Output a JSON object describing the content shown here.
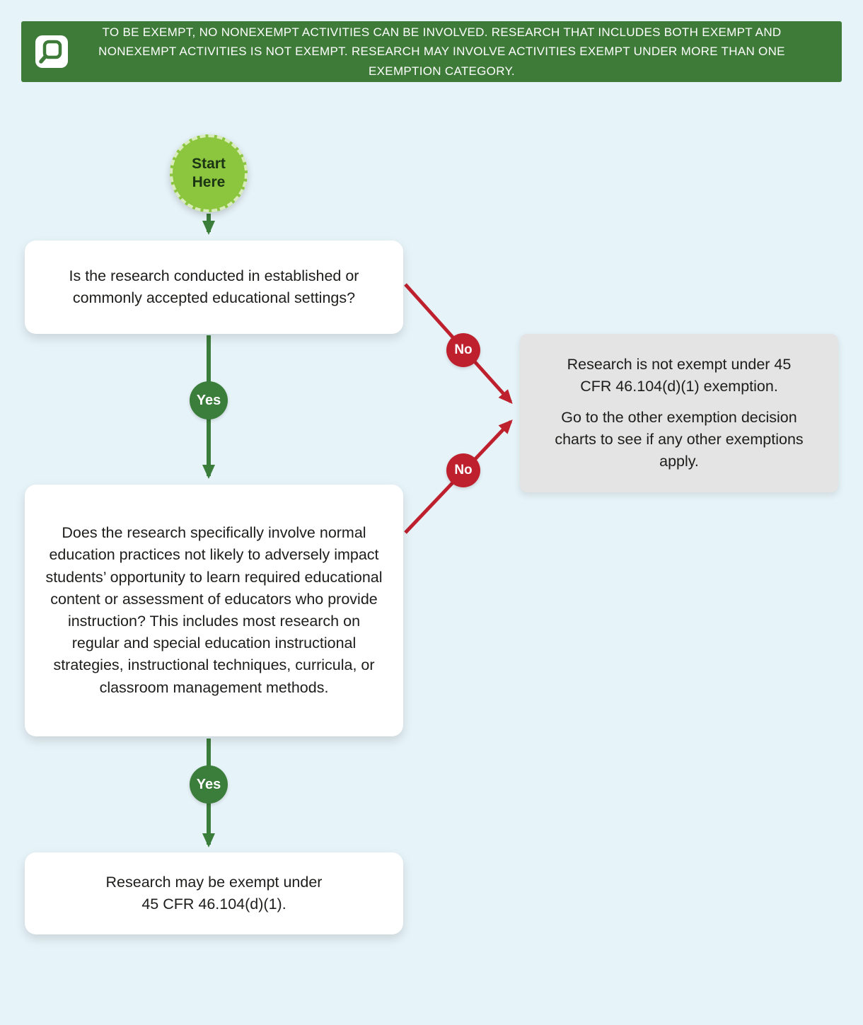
{
  "banner": {
    "icon": "magnifier-chart-logo-icon",
    "text": "TO BE EXEMPT, NO NONEXEMPT ACTIVITIES CAN BE INVOLVED. RESEARCH THAT INCLUDES BOTH EXEMPT AND NONEXEMPT ACTIVITIES IS NOT EXEMPT. RESEARCH MAY INVOLVE ACTIVITIES EXEMPT UNDER MORE THAN ONE EXEMPTION CATEGORY."
  },
  "flowchart": {
    "start": {
      "label": "Start Here"
    },
    "nodes": {
      "q1": {
        "text": "Is the research conducted in established or commonly accepted educational settings?"
      },
      "q2": {
        "text": "Does the research specifically involve normal education practices not likely to adversely impact students’ opportunity to learn required educational content or assessment of educators who provide instruction? This includes most research on regular and special education instructional strategies, instructional techniques, curricula, or classroom management methods."
      },
      "not_exempt": {
        "line1": "Research is not exempt under 45 CFR 46.104(d)(1) exemption.",
        "line2": "Go to the other exemption decision charts to see if any other exemptions apply."
      },
      "may_be_exempt": {
        "text": "Research may be exempt under 45 CFR 46.104(d)(1)."
      }
    },
    "labels": {
      "yes": "Yes",
      "no": "No"
    },
    "colors": {
      "banner_green": "#3E7B38",
      "start_green": "#8CC63E",
      "yes_green": "#3B7D3B",
      "no_red": "#BE202E",
      "background_blue": "#E6F3F8",
      "gray_box": "#E4E4E4"
    }
  }
}
